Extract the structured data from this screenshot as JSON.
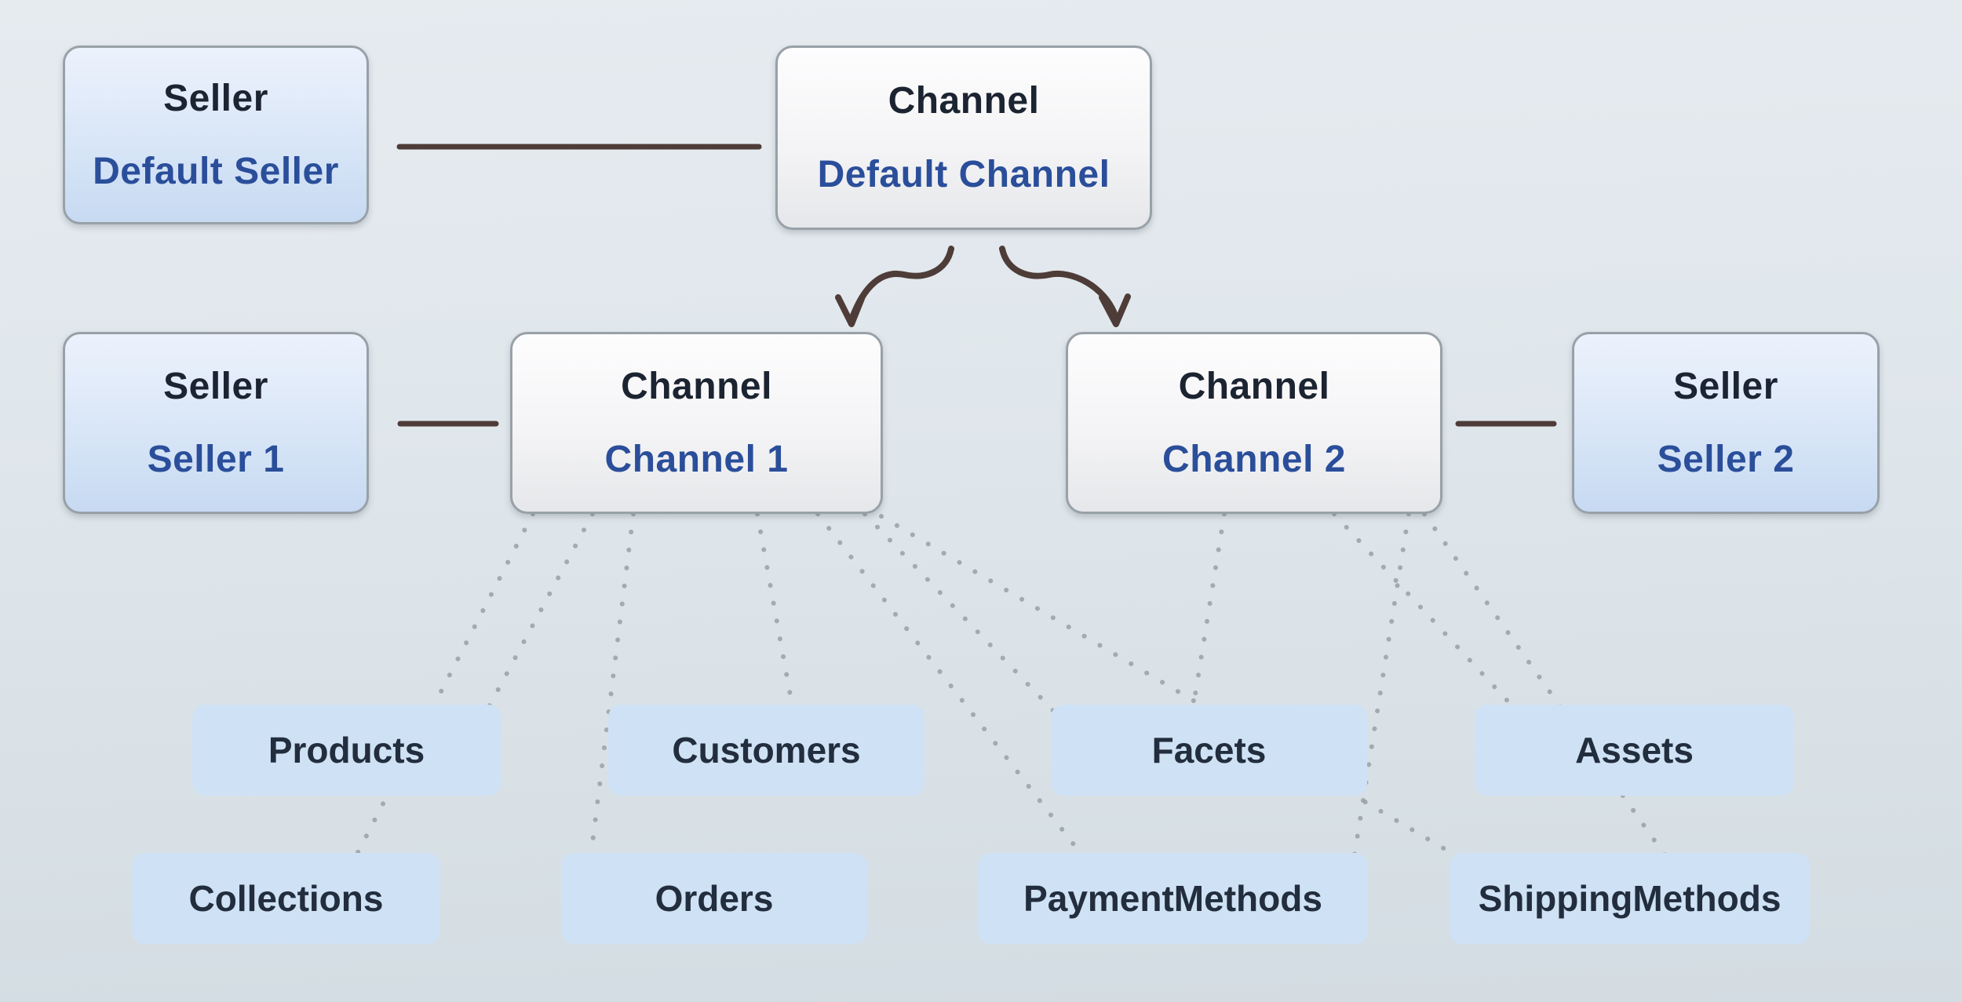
{
  "nodes": {
    "seller_default": {
      "type": "Seller",
      "name": "Default Seller"
    },
    "channel_default": {
      "type": "Channel",
      "name": "Default Channel"
    },
    "seller_1": {
      "type": "Seller",
      "name": "Seller 1"
    },
    "channel_1": {
      "type": "Channel",
      "name": "Channel 1"
    },
    "channel_2": {
      "type": "Channel",
      "name": "Channel 2"
    },
    "seller_2": {
      "type": "Seller",
      "name": "Seller 2"
    }
  },
  "entities": [
    {
      "label": "Products"
    },
    {
      "label": "Customers"
    },
    {
      "label": "Facets"
    },
    {
      "label": "Assets"
    },
    {
      "label": "Collections"
    },
    {
      "label": "Orders"
    },
    {
      "label": "PaymentMethods"
    },
    {
      "label": "ShippingMethods"
    }
  ],
  "relationships": {
    "solid": [
      [
        "Default Seller",
        "Default Channel"
      ],
      [
        "Seller 1",
        "Channel 1"
      ],
      [
        "Channel 2",
        "Seller 2"
      ]
    ],
    "arrows": [
      [
        "Default Channel",
        "Channel 1"
      ],
      [
        "Default Channel",
        "Channel 2"
      ]
    ],
    "dotted": {
      "Channel 1": [
        "Products",
        "Collections",
        "Customers",
        "Orders",
        "Facets",
        "PaymentMethods",
        "ShippingMethods"
      ],
      "Channel 2": [
        "Facets",
        "PaymentMethods",
        "Assets",
        "ShippingMethods"
      ]
    }
  },
  "colors": {
    "background_top": "#e6ebf0",
    "background_bottom": "#d3dce2",
    "seller_node_fill": "#dce8f8",
    "channel_node_fill": "#f4f4f6",
    "entity_fill": "#cfe1f5",
    "node_border": "#98a1a8",
    "title_text": "#1c2431",
    "name_text": "#2a4e9a",
    "connector_line": "#4e3c38",
    "dotted_line": "#99a1a7"
  }
}
